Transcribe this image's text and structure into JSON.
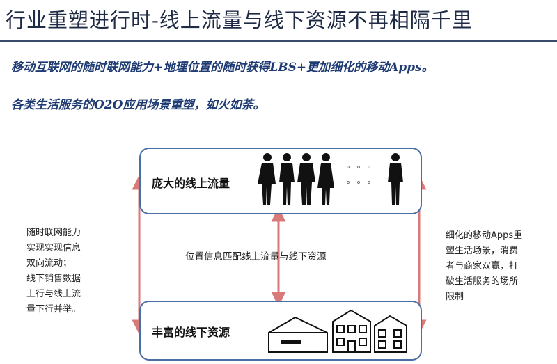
{
  "title": "行业重塑进行时-线上流量与线下资源不再相隔千里",
  "subtitle_1": "移动互联网的随时联网能力+地理位置的随时获得LBS+更加细化的移动Apps。",
  "subtitle_2": "各类生活服务的O2O应用场景重塑，如火如荼。",
  "top_box": {
    "label": "庞大的线上流量",
    "icon": "people-silhouettes-icon"
  },
  "bottom_box": {
    "label": "丰富的线下资源",
    "icon": "buildings-icon"
  },
  "center_label": "位置信息匹配线上流量与线下资源",
  "left_note": [
    "随时联网能力",
    "实现实现信息",
    "双向流动；",
    "线下销售数据",
    "上行与线上流",
    "量下行并举。"
  ],
  "right_note": [
    "细化的移动Apps重",
    "塑生活场景，消费",
    "者与商家双赢，打",
    "破生活服务的场所",
    "限制"
  ],
  "colors": {
    "arrow": "#d97a7a",
    "box_border": "#4a6fa5",
    "title": "#1f2a44",
    "subtitle": "#1f3b73"
  }
}
